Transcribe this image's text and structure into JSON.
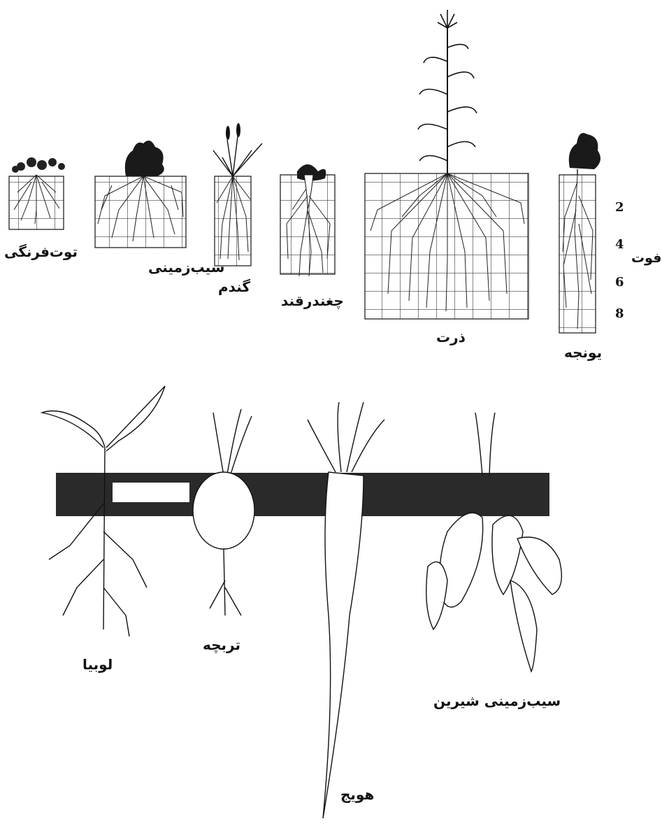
{
  "top_plants": [
    {
      "id": "strawberry",
      "label": "توت‌فرنگی"
    },
    {
      "id": "potato",
      "label": "سیب‌زمینی"
    },
    {
      "id": "wheat",
      "label": "گندم"
    },
    {
      "id": "sugarbeet",
      "label": "چغندرقند"
    },
    {
      "id": "corn",
      "label": "ذرت"
    },
    {
      "id": "alfalfa",
      "label": "یونجه"
    }
  ],
  "depth_scale": {
    "unit": "فوت",
    "ticks": [
      "2",
      "4",
      "6",
      "8"
    ]
  },
  "bottom_plants": [
    {
      "id": "bean",
      "label": "لوبیا"
    },
    {
      "id": "radish",
      "label": "تربچه"
    },
    {
      "id": "carrot",
      "label": "هویج"
    },
    {
      "id": "sweetpotato",
      "label": "سیب‌زمینی شیرین"
    }
  ],
  "colors": {
    "ink": "#111111",
    "soil": "#2a2a2a",
    "paper": "#ffffff"
  }
}
